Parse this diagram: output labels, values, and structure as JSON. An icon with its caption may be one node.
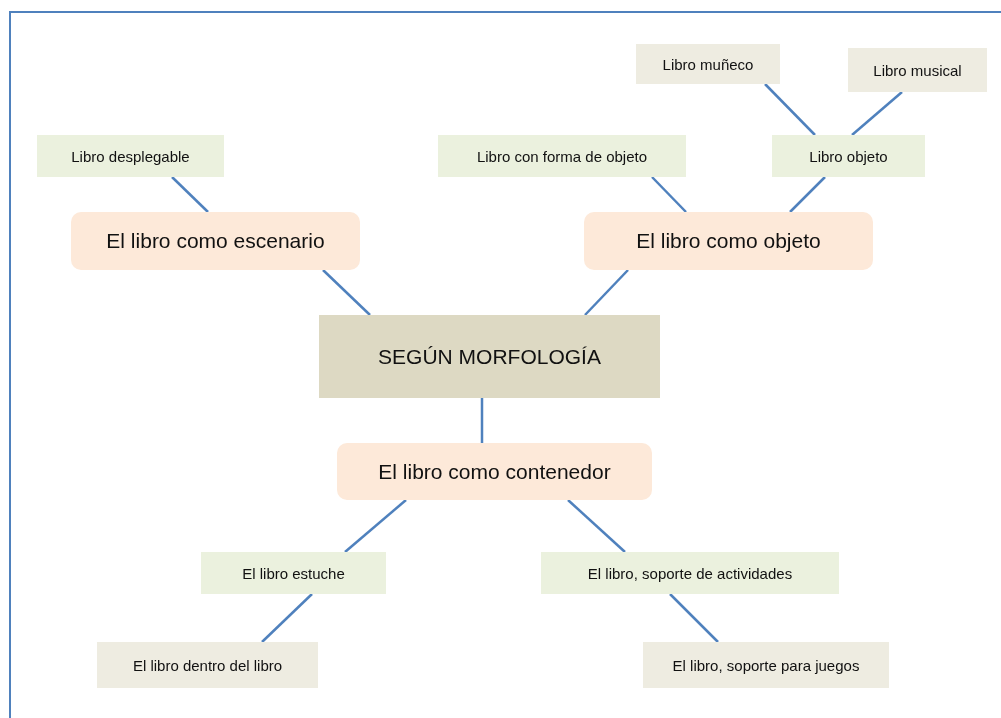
{
  "diagram": {
    "nodes": [
      {
        "text": [
          "SEGÚN MORFOLOGÍA"
        ]
      },
      {
        "text": [
          "El libro como escenario"
        ]
      },
      {
        "text": [
          "El libro como objeto"
        ]
      },
      {
        "text": [
          "El libro como contenedor"
        ]
      },
      {
        "text": [
          "Libro desplegable"
        ]
      },
      {
        "text": [
          "Libro con forma de objeto"
        ]
      },
      {
        "text": [
          "Libro objeto"
        ]
      },
      {
        "text": [
          "Libro muñeco"
        ]
      },
      {
        "text": [
          "Libro musical"
        ]
      },
      {
        "text": [
          "El libro estuche"
        ]
      },
      {
        "text": [
          "El libro dentro del libro"
        ]
      },
      {
        "text": [
          "El libro, soporte de actividades"
        ]
      },
      {
        "text": [
          "El libro, soporte para juegos"
        ]
      }
    ],
    "edges": [
      {
        "from": 0,
        "to": 1,
        "arrow": "none"
      },
      {
        "from": 0,
        "to": 2,
        "arrow": "none"
      },
      {
        "from": 0,
        "to": 3,
        "arrow": "none"
      },
      {
        "from": 1,
        "to": 4,
        "arrow": "none"
      },
      {
        "from": 2,
        "to": 5,
        "arrow": "none"
      },
      {
        "from": 2,
        "to": 6,
        "arrow": "none"
      },
      {
        "from": 6,
        "to": 7,
        "arrow": "none"
      },
      {
        "from": 6,
        "to": 8,
        "arrow": "none"
      },
      {
        "from": 3,
        "to": 9,
        "arrow": "none"
      },
      {
        "from": 9,
        "to": 10,
        "arrow": "none"
      },
      {
        "from": 3,
        "to": 11,
        "arrow": "none"
      },
      {
        "from": 11,
        "to": 12,
        "arrow": "none"
      }
    ]
  }
}
